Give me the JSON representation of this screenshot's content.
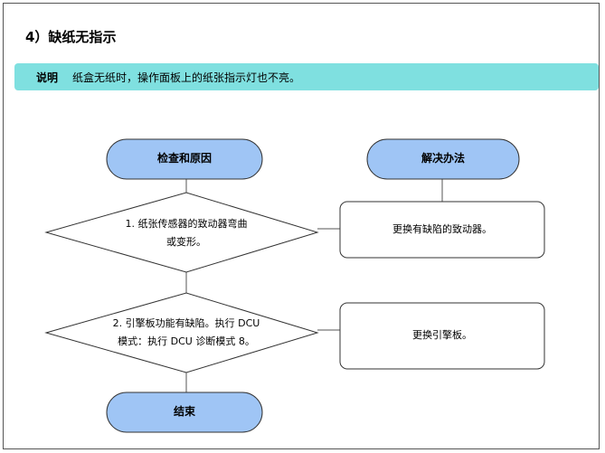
{
  "section_title": "4）缺纸无指示",
  "note": {
    "label": "说明",
    "text": "纸盒无纸时，操作面板上的纸张指示灯也不亮。"
  },
  "headers": {
    "check": "检查和原因",
    "solution": "解决办法",
    "end": "结束"
  },
  "steps": [
    {
      "cause_line1": "1. 纸张传感器的致动器弯曲",
      "cause_line2": "或变形。",
      "solution": "更换有缺陷的致动器。"
    },
    {
      "cause_line1": "2. 引擎板功能有缺陷。执行 DCU",
      "cause_line2": "模式：执行 DCU 诊断模式 8。",
      "solution": "更换引擎板。"
    }
  ],
  "colors": {
    "note_bg": "#7fe0e0",
    "pill_fill": "#9fc5f5"
  }
}
